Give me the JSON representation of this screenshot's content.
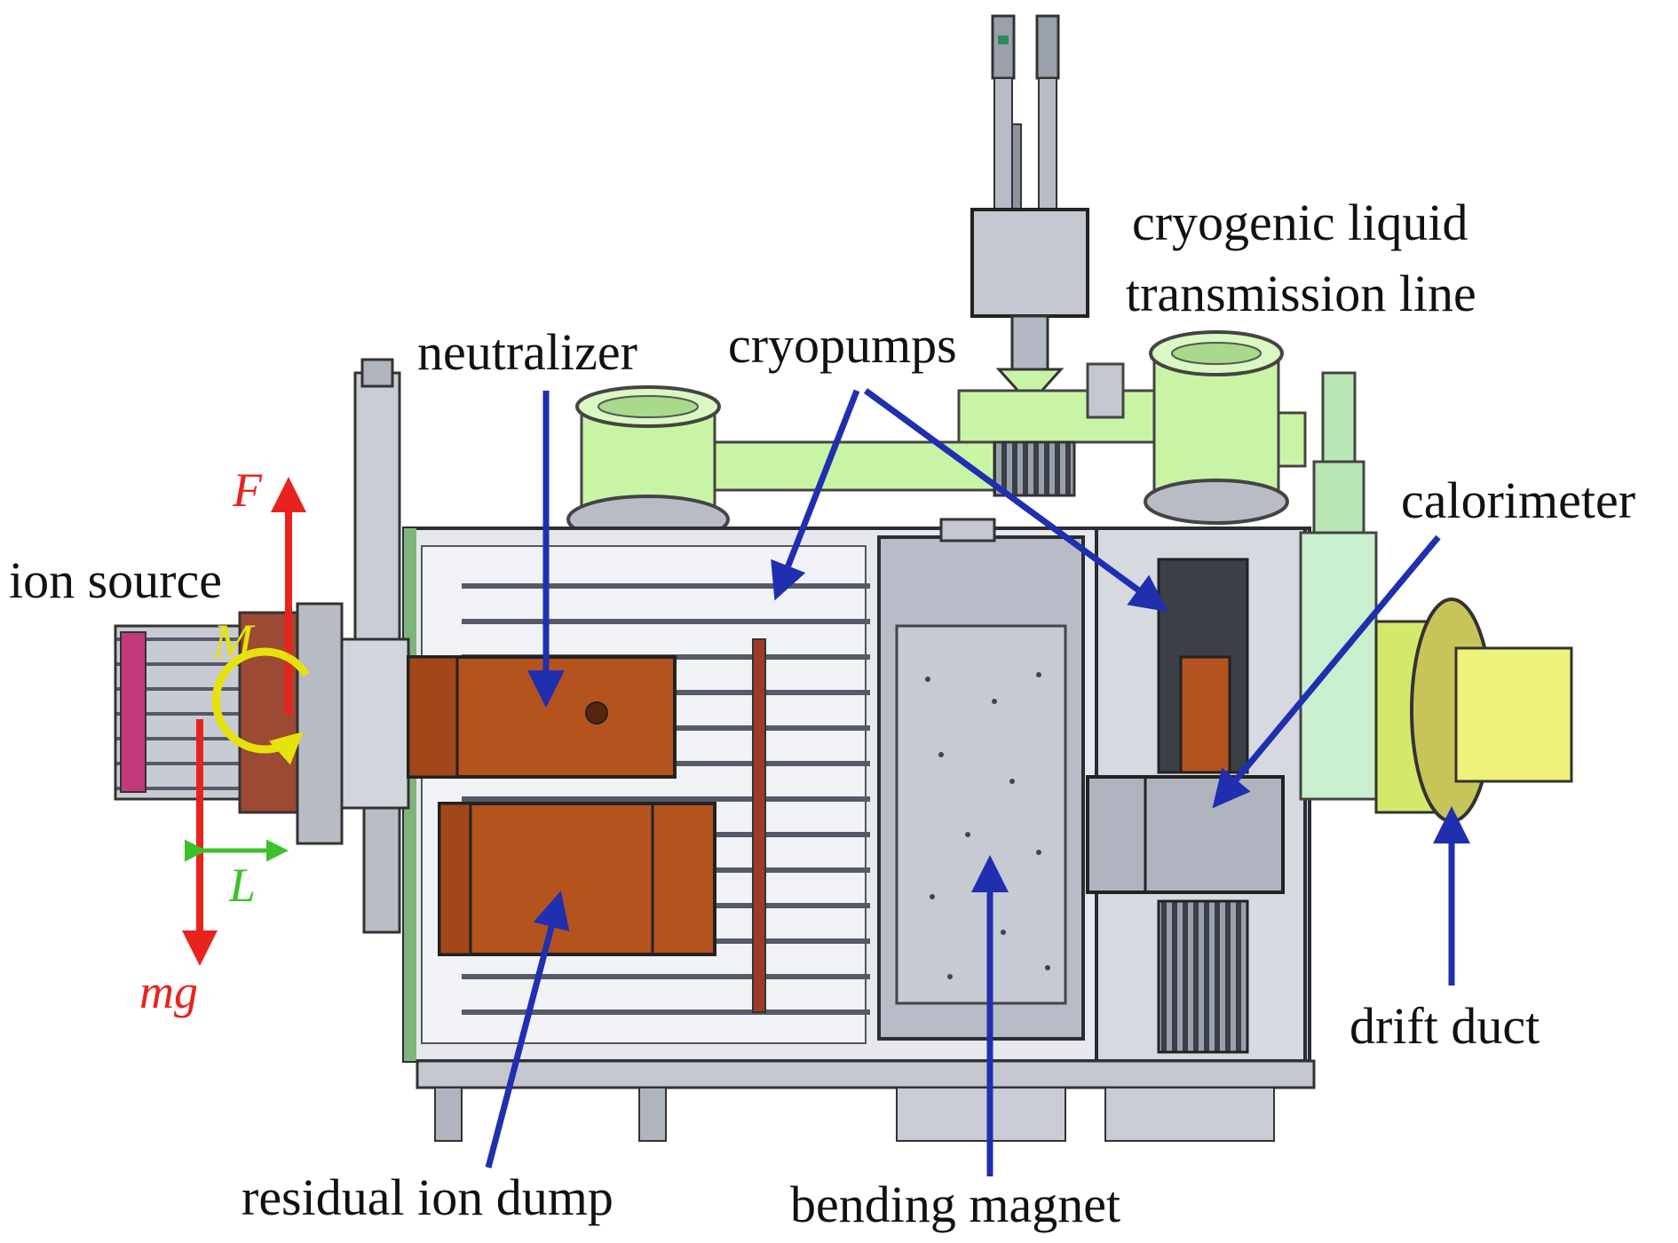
{
  "labels": {
    "ion_source": "ion source",
    "neutralizer": "neutralizer",
    "cryopumps": "cryopumps",
    "cryo_line_1": "cryogenic liquid",
    "cryo_line_2": "transmission line",
    "calorimeter": "calorimeter",
    "residual_ion_dump": "residual ion dump",
    "bending_magnet": "bending magnet",
    "drift_duct": "drift duct"
  },
  "symbols": {
    "force": "F",
    "moment": "M",
    "length": "L",
    "weight": "mg"
  },
  "colors": {
    "pointer_arrow": "#1f2fb0",
    "force_arrow": "#e8231e",
    "moment_arrow": "#e6e20c",
    "length_arrow": "#3cc12a",
    "cryopump_green": "#c9f4a6",
    "copper": "#b5531f",
    "machine_gray": "#c3c6d0",
    "drift_duct_yellow": "#eef27a"
  }
}
